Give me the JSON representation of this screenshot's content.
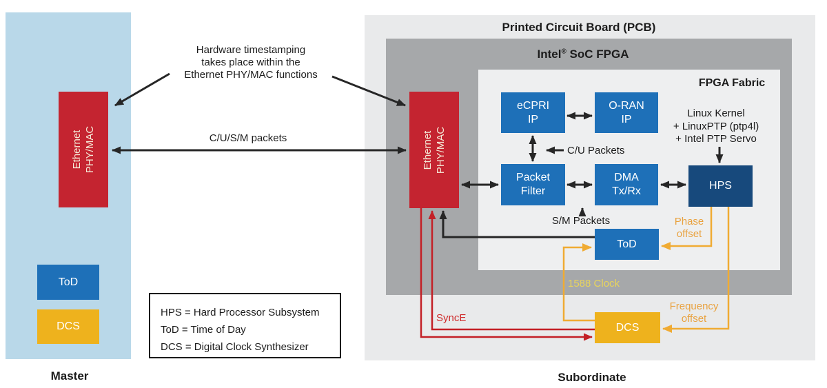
{
  "annotation": {
    "line1": "Hardware timestamping",
    "line2": "takes place within the",
    "line3": "Ethernet PHY/MAC functions"
  },
  "links": {
    "cusm_packets": "C/U/S/M packets",
    "cu_packets": "C/U Packets",
    "sm_packets": "S/M Packets",
    "clock_1588": "1588 Clock",
    "synce": "SyncE",
    "phase_line1": "Phase",
    "phase_line2": "offset",
    "freq_line1": "Frequency",
    "freq_line2": "offset"
  },
  "master": {
    "label": "Master",
    "phy_line1": "Ethernet",
    "phy_line2": "PHY/MAC",
    "tod": "ToD",
    "dcs": "DCS"
  },
  "sub": {
    "label": "Subordinate",
    "pcb_title": "Printed Circuit Board (PCB)",
    "soc_title_pre": "Intel",
    "soc_title_reg": "®",
    "soc_title_post": " SoC FPGA",
    "fabric_title": "FPGA Fabric",
    "phy_line1": "Ethernet",
    "phy_line2": "PHY/MAC",
    "ecpri_line1": "eCPRI",
    "ecpri_line2": "IP",
    "oran_line1": "O-RAN",
    "oran_line2": "IP",
    "pf_line1": "Packet",
    "pf_line2": "Filter",
    "dma_line1": "DMA",
    "dma_line2": "Tx/Rx",
    "hps": "HPS",
    "tod": "ToD",
    "dcs": "DCS",
    "linux_line1": "Linux Kernel",
    "linux_line2": "+ LinuxPTP (ptp4l)",
    "linux_line3": "+ Intel PTP Servo"
  },
  "legend": {
    "line1": "HPS = Hard Processor Subsystem",
    "line2": "ToD = Time of Day",
    "line3": "DCS = Digital Clock Synthesizer"
  },
  "colors": {
    "block_red": "#c42430",
    "block_blue": "#1e70b8",
    "block_navy": "#17497c",
    "block_gold": "#eeb21d",
    "panel_light_blue": "#b9d8e9",
    "panel_pcb_gray": "#e9eaeb",
    "panel_soc_gray": "#a6a8aa",
    "panel_fabric_gray": "#eeeff0",
    "line_black": "#262626",
    "line_red": "#c32026",
    "line_gold": "#f0ab33",
    "text_yellow_1588": "#e8d45c",
    "text_amber_offset": "#e9a23f",
    "text_red_synce": "#cf2a2a"
  }
}
